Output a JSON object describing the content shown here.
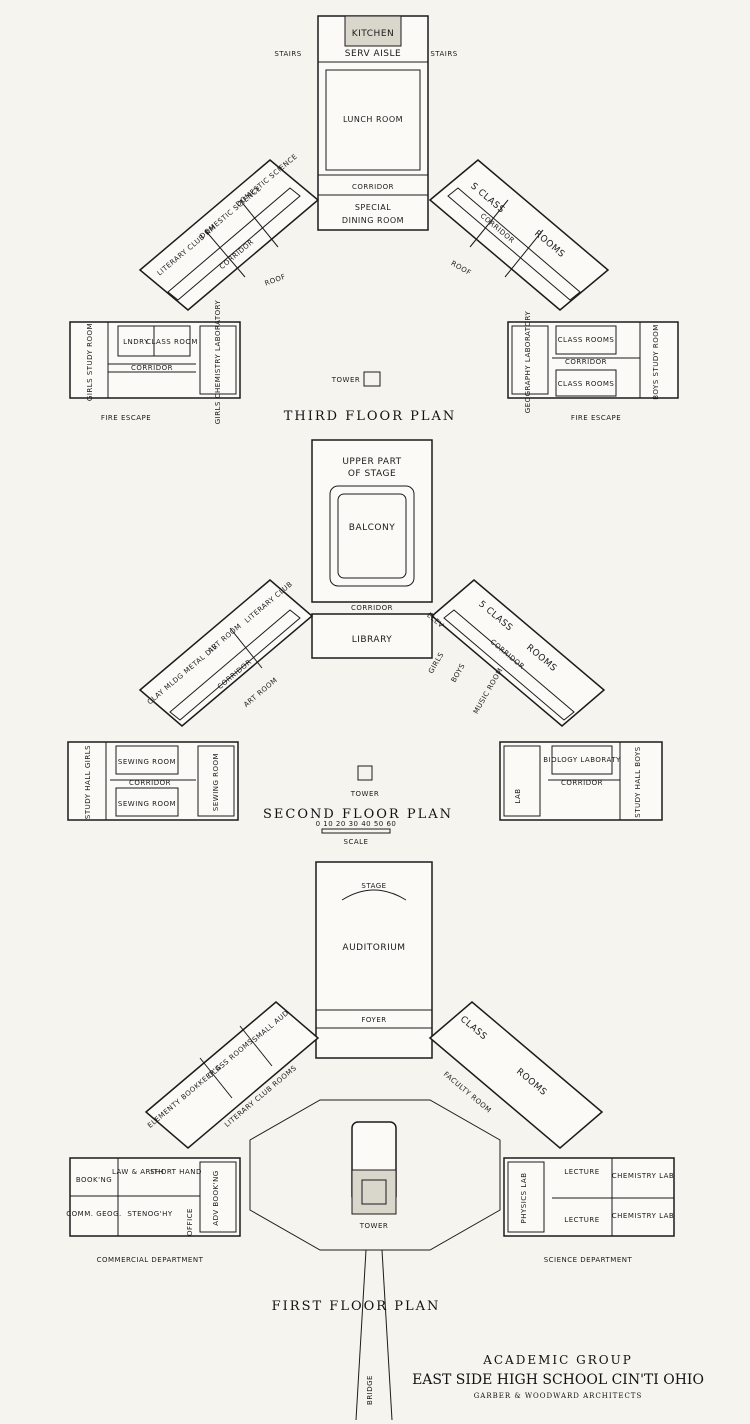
{
  "third_floor": {
    "title": "THIRD FLOOR PLAN",
    "rooms": {
      "kitchen": "KITCHEN",
      "serv_aisle": "SERV AISLE",
      "stairs_left": "STAIRS",
      "stairs_right": "STAIRS",
      "lunch_room": "LUNCH ROOM",
      "corridor_center": "CORRIDOR",
      "special_dining_1": "SPECIAL",
      "special_dining_2": "DINING ROOM",
      "domestic_science_a": "DOMESTIC SCIENCE",
      "domestic_science_b": "DOMESTIC SCIENCE",
      "literary_club": "LITERARY CLUB RM",
      "corridor_left": "CORRIDOR",
      "roof_left": "ROOF",
      "sclass": "S CLASS",
      "corridor_right": "CORRIDOR",
      "rooms_right": "ROOMS",
      "roof_right": "ROOF",
      "girls_study": "GIRLS STUDY ROOM",
      "laundry": "LNDRY",
      "class_room_left": "CLASS ROOM",
      "corridor_wing_left": "CORRIDOR",
      "girls_chem": "GIRLS CHEMISTRY LABORATORY",
      "fire_escape_left": "FIRE ESCAPE",
      "tower": "TOWER",
      "geography_lab": "GEOGRAPHY LABORATORY",
      "class_rooms_1": "CLASS ROOMS",
      "corridor_wing_right": "CORRIDOR",
      "class_rooms_2": "CLASS ROOMS",
      "boys_study": "BOYS STUDY ROOM",
      "fire_escape_right": "FIRE ESCAPE"
    }
  },
  "second_floor": {
    "title": "SECOND FLOOR PLAN",
    "scale_label": "SCALE",
    "scale_ticks": "0 10 20 30 40 50 60",
    "rooms": {
      "upper_stage_1": "UPPER PART",
      "upper_stage_2": "OF STAGE",
      "balcony": "BALCONY",
      "corridor_center": "CORRIDOR",
      "library": "LIBRARY",
      "literary_club": "LITERARY CLUB",
      "art_room": "ART ROOM",
      "clay_metal": "CLAY MLDG METAL DIV",
      "corridor_left": "CORRIDOR",
      "art_room_2": "ART ROOM",
      "five_class": "5 CLASS",
      "rooms_right": "ROOMS",
      "corridor_right": "CORRIDOR",
      "elev": "ELEV",
      "girls": "GIRLS",
      "boys": "BOYS",
      "music_room": "MUSIC ROOM",
      "study_hall_girls": "STUDY HALL GIRLS",
      "sewing_room_1": "SEWING ROOM",
      "corridor_wing_left": "CORRIDOR",
      "sewing_room_2": "SEWING ROOM",
      "sewing_room_3": "SEWING ROOM",
      "tower": "TOWER",
      "lab": "LAB",
      "biology_lab": "BIOLOGY LABORATY",
      "corridor_wing_right": "CORRIDOR",
      "study_hall_boys": "STUDY HALL BOYS"
    }
  },
  "first_floor": {
    "title": "FIRST FLOOR PLAN",
    "rooms": {
      "stage": "STAGE",
      "auditorium": "AUDITORIUM",
      "foyer": "FOYER",
      "small_aud": "SMALL AUD",
      "class_rooms_left": "CLASS ROOMS",
      "elem_bookkeeping": "ELEMENTY BOOKKEEP'G",
      "literary_club": "LITERARY CLUB ROOMS",
      "class_right": "CLASS",
      "rooms_right": "ROOMS",
      "faculty_room": "FACULTY ROOM",
      "book_ng": "BOOK'NG",
      "law_arith": "LAW & ARITH",
      "short_hand": "SHORT HAND",
      "comm_geog": "COMM. GEOG.",
      "stenogy": "STENOG'HY",
      "office": "OFFICE",
      "adv_book": "ADV BOOK'NG",
      "physics_lab": "PHYSICS LAB",
      "lecture_1": "LECTURE",
      "chemistry_lab_1": "CHEMISTRY LAB",
      "lecture_2": "LECTURE",
      "chemistry_lab_2": "CHEMISTRY LAB",
      "tower": "TOWER",
      "commercial_dept": "COMMERCIAL DEPARTMENT",
      "science_dept": "SCIENCE DEPARTMENT",
      "bridge": "BRIDGE"
    }
  },
  "caption": {
    "line1": "ACADEMIC GROUP",
    "line2": "EAST SIDE HIGH SCHOOL CIN'TI OHIO",
    "line3": "GARBER & WOODWARD ARCHITECTS"
  }
}
